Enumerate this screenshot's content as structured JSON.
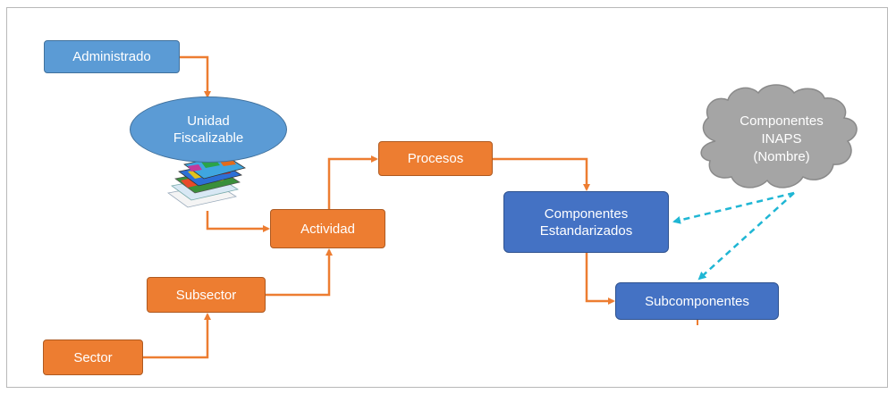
{
  "nodes": {
    "administrado": "Administrado",
    "unidad_fiscalizable": "Unidad\nFiscalizable",
    "actividad": "Actividad",
    "procesos": "Procesos",
    "subsector": "Subsector",
    "sector": "Sector",
    "componentes_estandarizados": "Componentes\nEstandarizados",
    "subcomponentes": "Subcomponentes",
    "componentes_inaps": "Componentes\nINAPS\n(Nombre)"
  },
  "colors": {
    "light_blue": "#5b9bd5",
    "orange": "#ed7d31",
    "dark_blue": "#4472c4",
    "cloud_gray": "#a5a5a5",
    "dashed_cyan": "#1fb6d4",
    "connector_orange": "#ed7d31"
  },
  "icons": {
    "map_layers": "stacked-map-layers-icon"
  }
}
